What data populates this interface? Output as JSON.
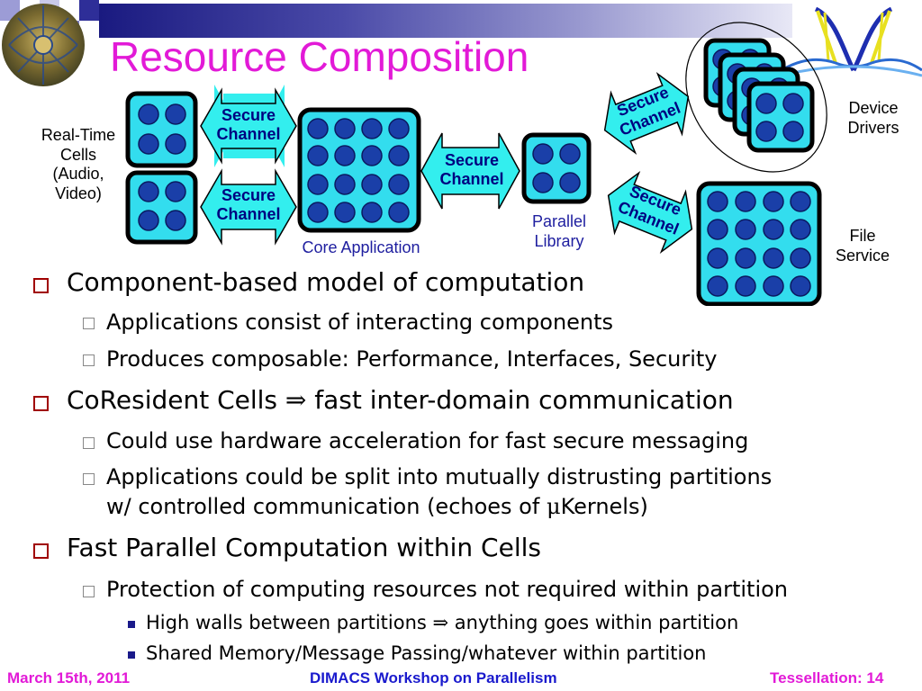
{
  "slide": {
    "title": "Resource Composition"
  },
  "diagram": {
    "realtime_label": "Real-Time\nCells\n(Audio,\nVideo)",
    "core_label": "Core Application",
    "parallel_label": "Parallel\nLibrary",
    "device_label": "Device\nDrivers",
    "file_label": "File\nService",
    "channel_label": "Secure\nChannel"
  },
  "bullets": [
    {
      "level": 1,
      "text_before": "Component-based model of computation"
    },
    {
      "level": 2,
      "text_before": "Applications consist of interacting components"
    },
    {
      "level": 2,
      "text_before": "Produces composable: Performance, Interfaces, Security"
    },
    {
      "level": 1,
      "text_before": "CoResident Cells ",
      "symbol": "⇒",
      "text_after": " fast inter-domain communication"
    },
    {
      "level": 2,
      "text_before": "Could use hardware acceleration for fast secure messaging"
    },
    {
      "level": 2,
      "text_before": "Applications could be split into mutually distrusting partitions"
    },
    {
      "level": 2,
      "continuation": true,
      "text_before": "w/ controlled communication (echoes of ",
      "symbol": "μ",
      "text_after": "Kernels)"
    },
    {
      "level": 1,
      "text_before": "Fast Parallel Computation within Cells"
    },
    {
      "level": 2,
      "text_before": "Protection of computing resources not required within partition"
    },
    {
      "level": 3,
      "text_before": "High walls between partitions ",
      "symbol": "⇒",
      "text_after": " anything goes within partition"
    },
    {
      "level": 3,
      "text_before": "Shared Memory/Message Passing/whatever within partition"
    }
  ],
  "footer": {
    "date": "March 15th, 2011",
    "event": "DIMACS Workshop on Parallelism",
    "slide_ref": "Tessellation: 14"
  },
  "colors": {
    "title": "#e21ad7",
    "cell_fill": "#33ddee",
    "dot_fill": "#1a3fa8",
    "channel_fill": "#33eeee",
    "footer_center": "#1a1acd"
  }
}
